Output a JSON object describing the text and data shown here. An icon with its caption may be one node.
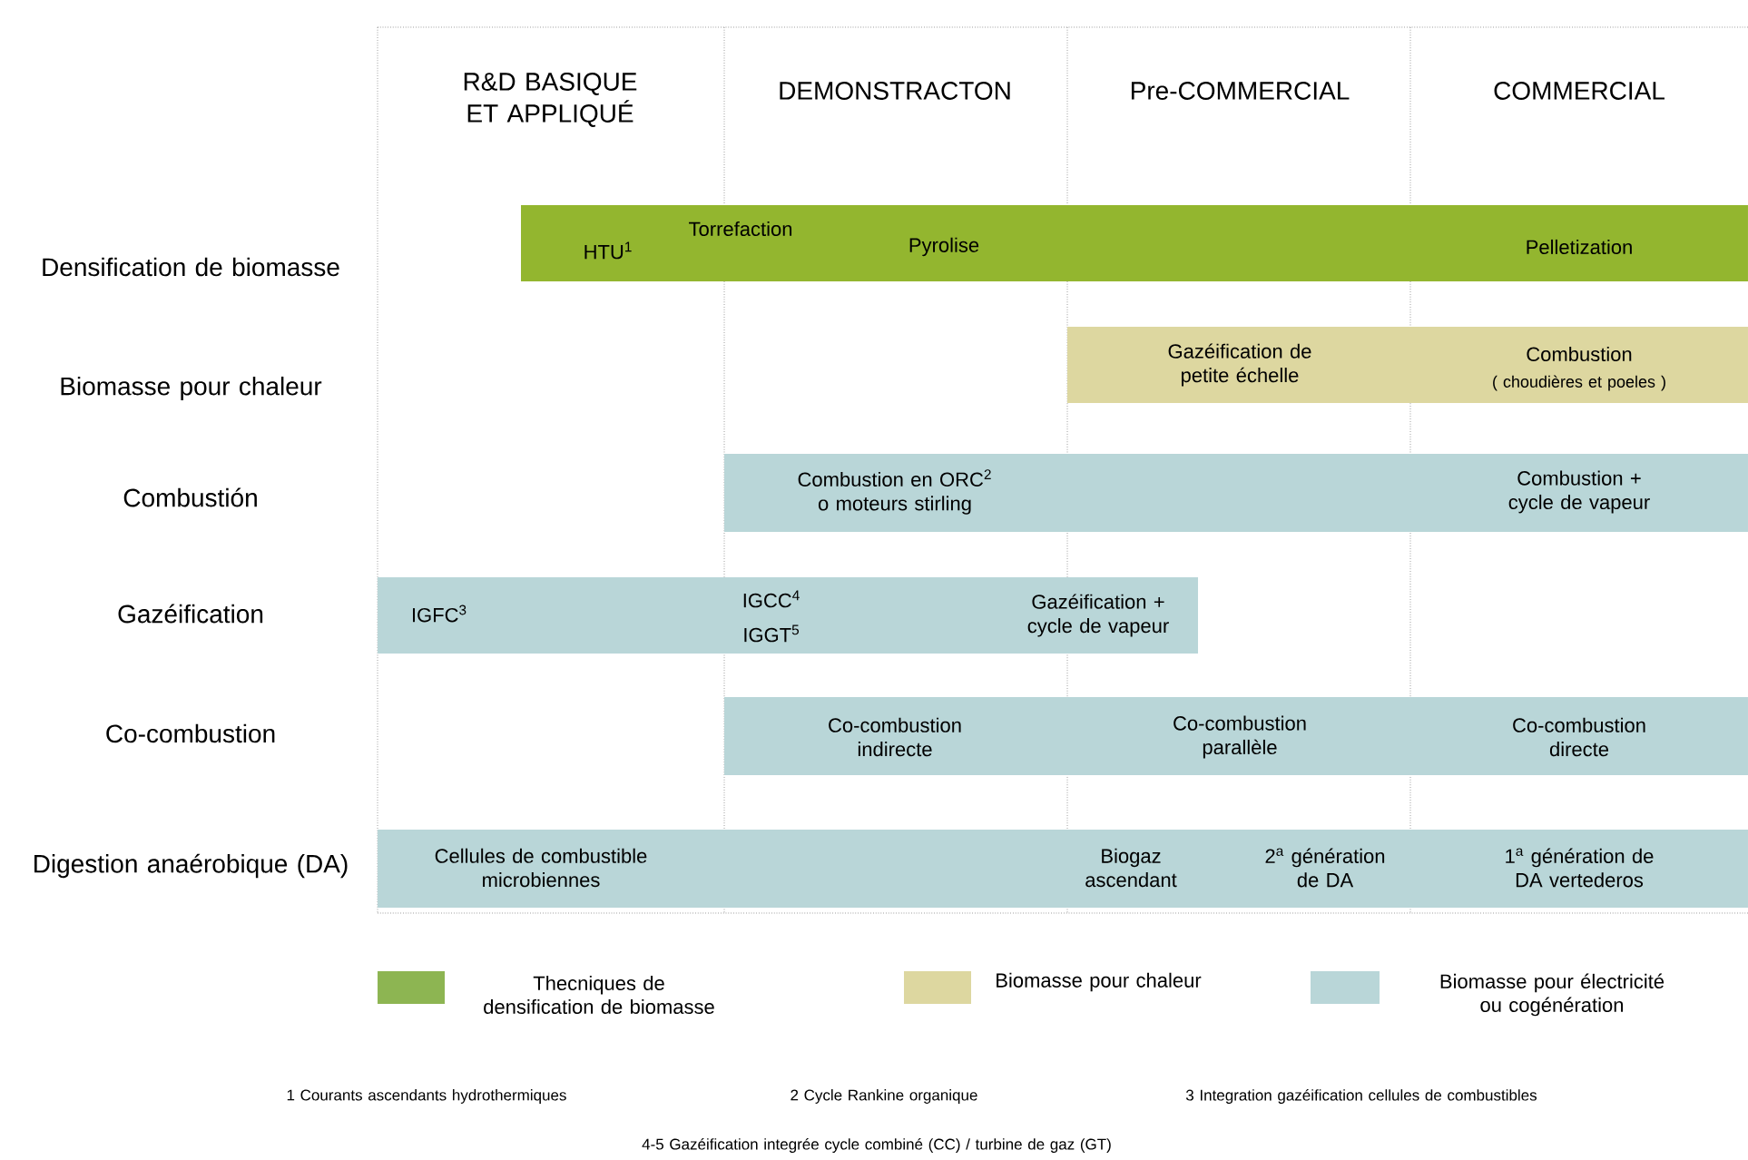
{
  "diagram": {
    "nodes": [
      {
        "text": [
          "HTU$^{1}$",
          "Torrefaction",
          "Pyrolise",
          "Pelletization"
        ]
      },
      {
        "text": [
          "Gazéification de petite échelle",
          "Combustion",
          "( choudières et poeles )"
        ]
      },
      {
        "text": [
          "Combustion en ORC$^{2}$ o moteurs stirling",
          "Combustion + cycle de vapeur"
        ]
      },
      {
        "text": [
          "IGFC$^{3}$",
          "IGCC$^{4}$",
          "IGGT$^{5}$",
          "Gazéification + cycle de vapeur"
        ]
      },
      {
        "text": [
          "Co-combustion indirecte",
          "Co-combustion parallèle",
          "Co-combustion directe"
        ]
      },
      {
        "text": [
          "Cellules de combustible microbiennes",
          "Biogaz ascendant",
          "2$^{a}$ génération de DA",
          "1$^{a}$ génération de DA vertederos"
        ]
      }
    ],
    "edges": [],
    "labels": [
      "R&D BASIQUE ET APPLIQUÉ",
      "DEMONSTRACTON",
      "Pre-COMMERCIAL",
      "COMMERCIAL",
      "Densification de biomasse",
      "Biomasse pour chaleur",
      "Combustión",
      "Gazéification",
      "Co-combustion",
      "Digestion anaérobique (DA)",
      "1 Courants ascendants hydrothermiques",
      "2 Cycle Rankine organique",
      "3 Integration gazéification cellules de combustibles",
      "4-5 Gazéification integrée cycle combiné (CC) / turbine de gaz (GT)"
    ],
    "legend": [
      {
        "text": "Thecniques de densification de biomasse",
        "color": "#8db552"
      },
      {
        "text": "Biomasse pour chaleur",
        "color": "#ddd7a0"
      },
      {
        "text": "Biomasse pour électricité ou cogénération",
        "color": "#b9d6d8"
      }
    ]
  }
}
